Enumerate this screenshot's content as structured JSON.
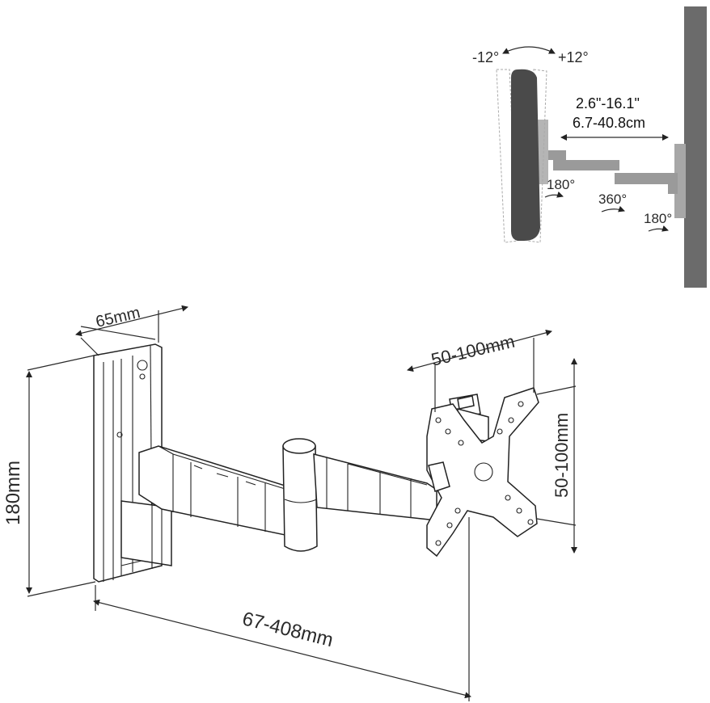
{
  "tilt": {
    "minus": "-12°",
    "plus": "+12°"
  },
  "extension": {
    "inches": "2.6\"-16.1\"",
    "cm": "6.7-40.8cm"
  },
  "rotations": {
    "tv_joint": "180°",
    "middle_joint": "360°",
    "wall_joint": "180°"
  },
  "dimensions": {
    "plate_width": "65mm",
    "plate_height": "180mm",
    "vesa_horizontal": "50-100mm",
    "vesa_vertical": "50-100mm",
    "reach": "67-408mm"
  },
  "colors": {
    "wall": "#6b6b6b",
    "tv": "#4a4a4a",
    "arm": "#9a9a9a",
    "line": "#222222"
  }
}
